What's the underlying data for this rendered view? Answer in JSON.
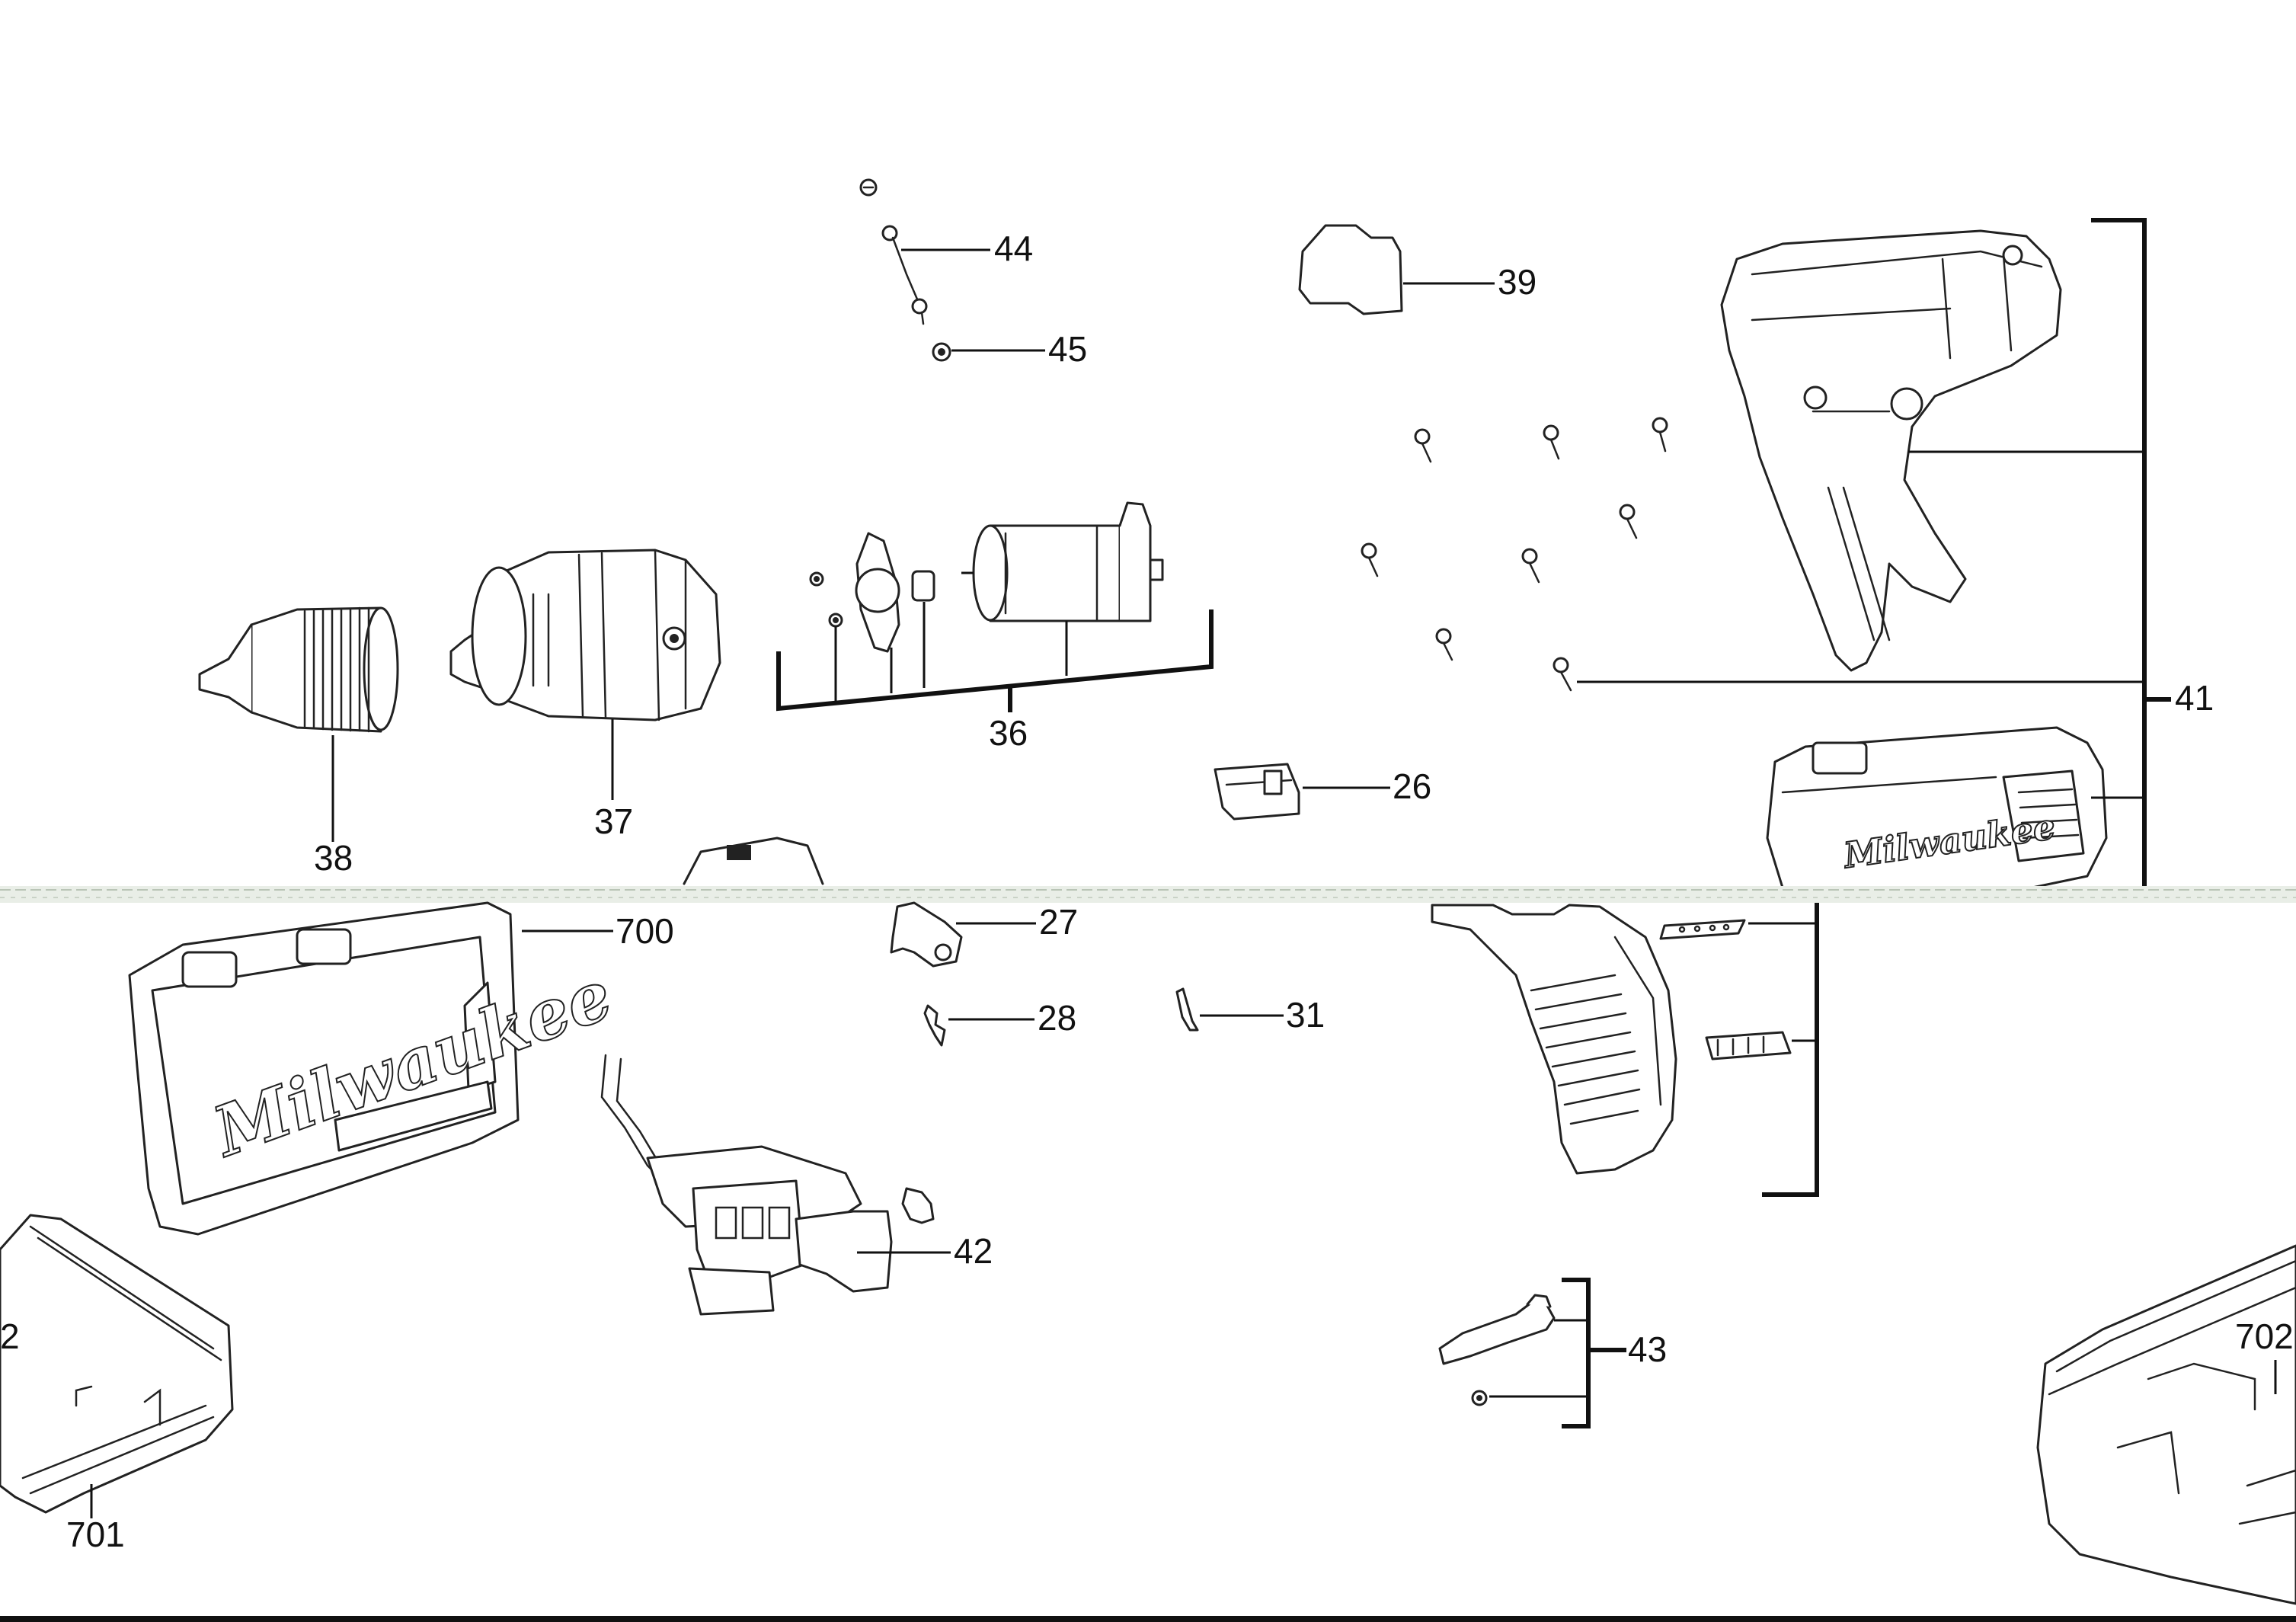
{
  "diagram": {
    "labels": {
      "p26": "26",
      "p27": "27",
      "p28": "28",
      "p31": "31",
      "p36": "36",
      "p37": "37",
      "p38": "38",
      "p39": "39",
      "p41": "41",
      "p42": "42",
      "p43": "43",
      "p44": "44",
      "p45": "45",
      "p700": "700",
      "p701": "701",
      "p702_left": "2",
      "p702_right": "702"
    },
    "brand": {
      "logo_text": "Milwaukee"
    }
  }
}
